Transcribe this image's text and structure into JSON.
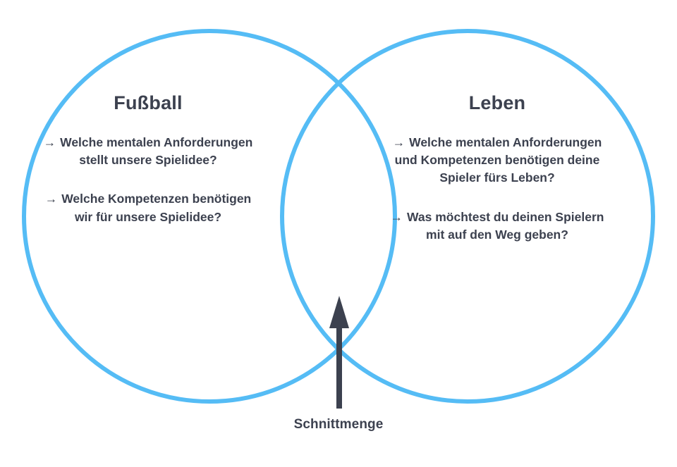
{
  "theme": {
    "circle_stroke_color": "#55BCF5",
    "text_color": "#3C414F",
    "arrow_color": "#3C414F",
    "background_color": "#FFFFFF"
  },
  "diagram": {
    "type": "venn-diagram",
    "sets": [
      {
        "id": "fussball",
        "title": "Fußball",
        "bullets": [
          {
            "marker": "→",
            "text": "Welche mentalen Anforderungen stellt unsere Spielidee?"
          },
          {
            "marker": "→",
            "text": "Welche Kompetenzen benötigen wir für unsere Spielidee?"
          }
        ]
      },
      {
        "id": "leben",
        "title": "Leben",
        "bullets": [
          {
            "marker": "→",
            "text": "Welche mentalen Anforderungen und Kompetenzen benötigen deine Spieler fürs Leben?"
          },
          {
            "marker": "→",
            "text": "Was möchtest du deinen Spielern mit auf den Weg geben?"
          }
        ]
      }
    ],
    "intersection": {
      "label": "Schnittmenge",
      "pointer": "up-arrow"
    }
  }
}
